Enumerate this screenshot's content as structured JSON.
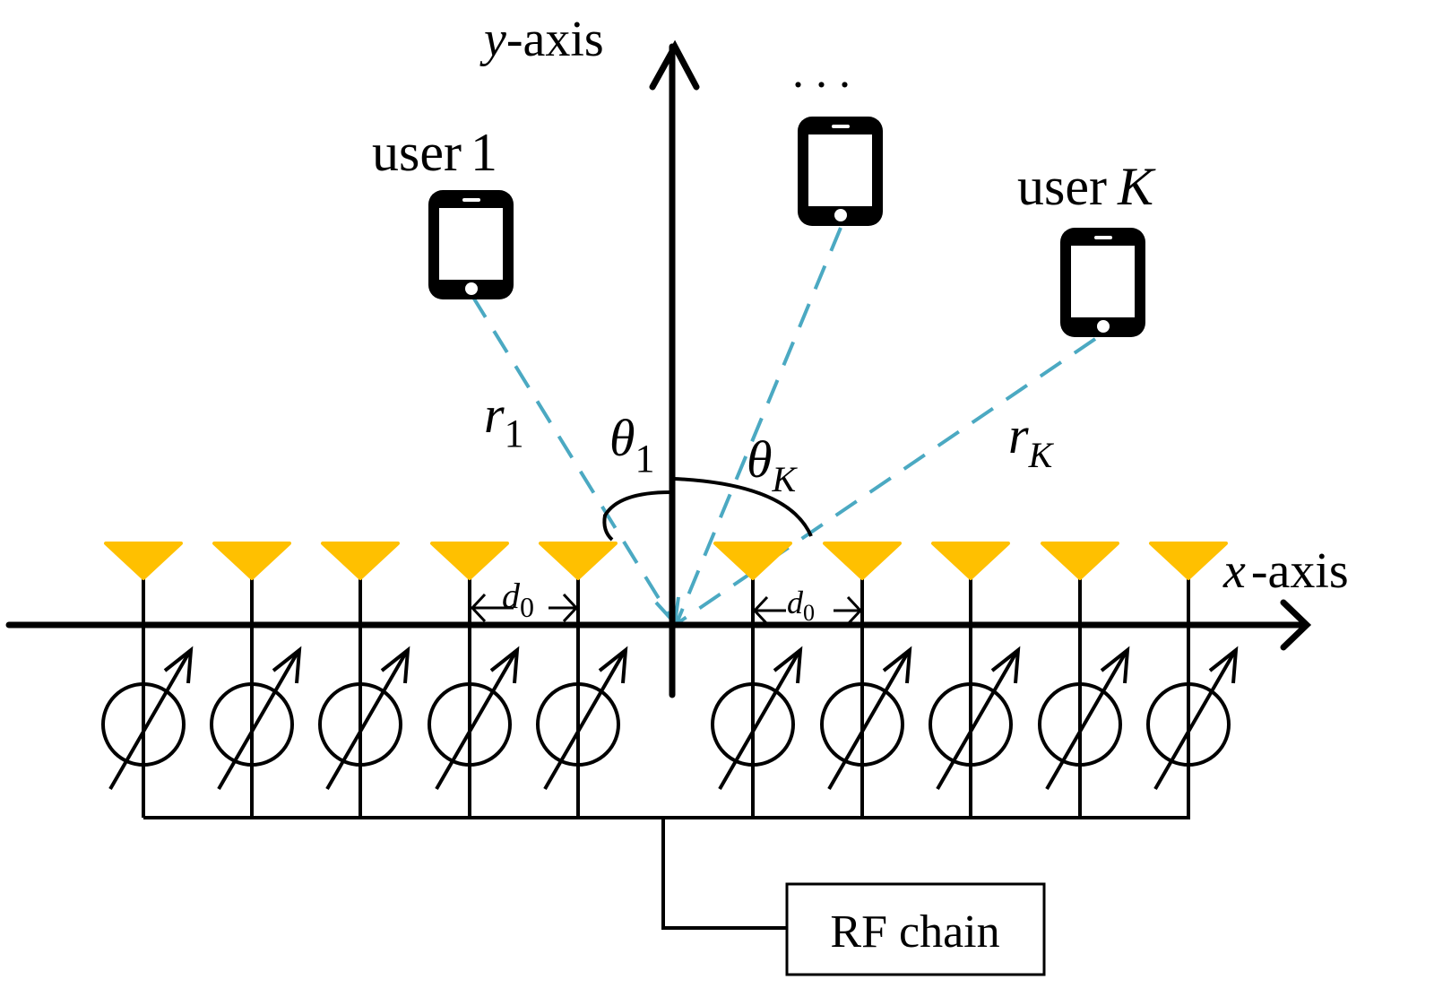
{
  "axes": {
    "y_label_var": "y",
    "y_label_rest": "-axis",
    "x_label_var": "x",
    "x_label_rest": "-axis"
  },
  "users": {
    "user1": {
      "word": "user",
      "index": "1"
    },
    "userK": {
      "word": "user",
      "index": "K"
    },
    "ellipsis": ". . ."
  },
  "distances": {
    "r1_var": "r",
    "r1_sub": "1",
    "rK_var": "r",
    "rK_sub": "K"
  },
  "angles": {
    "theta1_var": "θ",
    "theta1_sub": "1",
    "thetaK_var": "θ",
    "thetaK_sub": "K"
  },
  "spacing": {
    "var": "d",
    "sub": "0"
  },
  "rf_chain": "RF chain",
  "antenna_count": 10,
  "colors": {
    "antenna": "#FFC000",
    "path": "#4BA9C2",
    "line": "#000000"
  }
}
